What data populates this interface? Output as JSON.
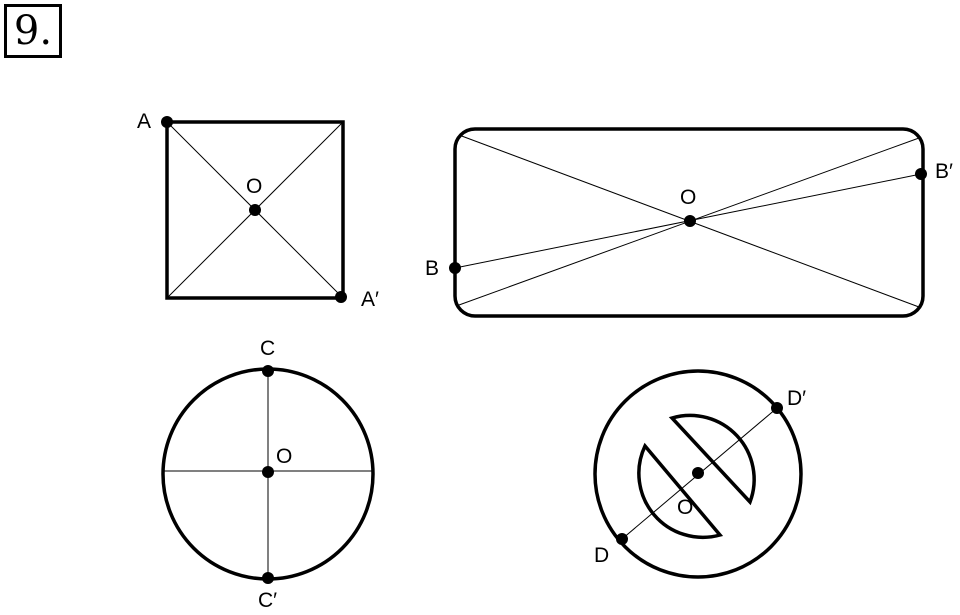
{
  "problem_number": "9.",
  "colors": {
    "ink": "#000000",
    "paper": "#ffffff"
  },
  "figures": {
    "square": {
      "labels": {
        "a": "A",
        "a_prime": "A′",
        "center": "O"
      }
    },
    "rectangle": {
      "labels": {
        "b": "B",
        "b_prime": "B′",
        "center": "O"
      }
    },
    "circle": {
      "labels": {
        "c": "C",
        "c_prime": "C′",
        "center": "O"
      }
    },
    "ring": {
      "labels": {
        "d": "D",
        "d_prime": "D′",
        "center": "O"
      }
    }
  }
}
